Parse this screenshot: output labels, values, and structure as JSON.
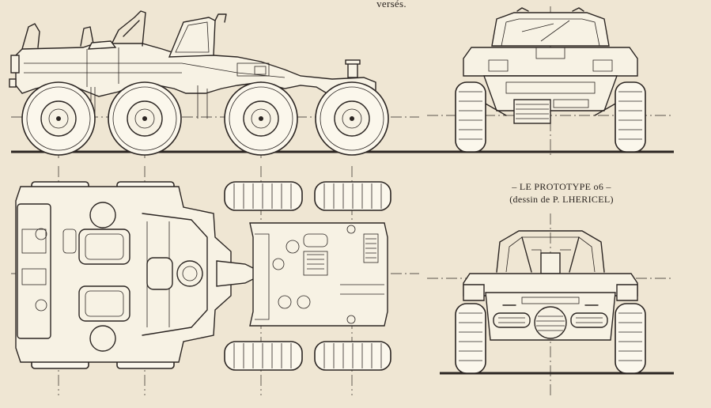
{
  "top_fragment": "versés.",
  "caption": {
    "line1": "– LE PROTOTYPE o6 –",
    "line2": "(dessin de P. LHERICEL)"
  },
  "colors": {
    "paper": "#efe6d3",
    "ink": "#2b2522"
  },
  "views": [
    "side-view",
    "front-view",
    "top-view",
    "rear-view"
  ]
}
